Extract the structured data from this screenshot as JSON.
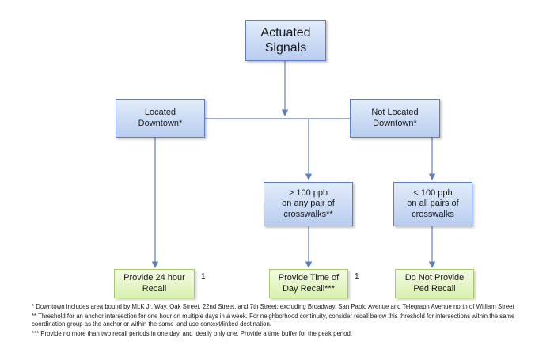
{
  "nodes": {
    "root": "Actuated\nSignals",
    "located": "Located\nDowntown*",
    "not_located": "Not Located\nDowntown*",
    "gt100": "> 100 pph\non any pair of\ncrosswalks**",
    "lt100": "< 100 pph\non all pairs of\ncrosswalks",
    "recall24": "Provide 24 hour\nRecall",
    "recall_tod": "Provide Time of\nDay Recall***",
    "no_recall": "Do Not Provide\nPed Recall"
  },
  "footnote_markers": {
    "recall24": "1",
    "recall_tod": "1"
  },
  "notes": [
    "* Downtown includes area bound by MLK Jr. Way, Oak Street, 22nd Street, and 7th Street; excluding Broadway, San Pablo Avenue and Telegraph Avenue north of William Street",
    "** Threshold for an anchor intersection for one hour on multiple days in a week.  For neighborhood continuity, consider recall below this threshold for intersections within the same coordination group as the anchor or within the same land use context/linked destination.",
    "*** Provide no more than two recall periods in one day, and ideally only one.  Provide a time buffer for the peak period."
  ],
  "colors": {
    "decision_fill": "#c7d8f4",
    "decision_border": "#5b7fc5",
    "outcome_fill": "#e4f5c6",
    "outcome_border": "#a7c96c",
    "connector": "#5b7fc5"
  }
}
